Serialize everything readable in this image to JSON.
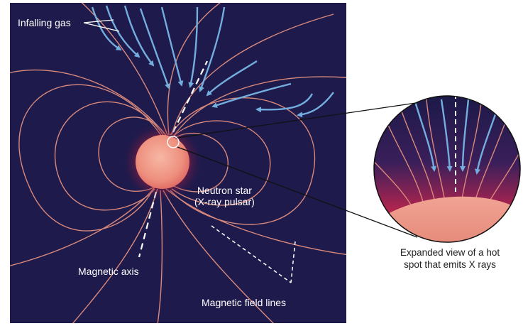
{
  "labels": {
    "infalling_gas": "Infalling gas",
    "neutron_star_line1": "Neutron star",
    "neutron_star_line2": "(X-ray pulsar)",
    "magnetic_axis": "Magnetic axis",
    "magnetic_field_lines": "Magnetic field lines",
    "expanded_view_line1": "Expanded view of a hot",
    "expanded_view_line2": "spot that emits X rays"
  },
  "colors": {
    "background_panel": "#1e1a4c",
    "field_lines": "#d9897c",
    "gas_arrows": "#74aede",
    "star_core": "#f29a86",
    "star_glow": "#e0303e",
    "label_text": "#ffffff",
    "caption_text": "#222222",
    "inset_outline": "#111111"
  }
}
